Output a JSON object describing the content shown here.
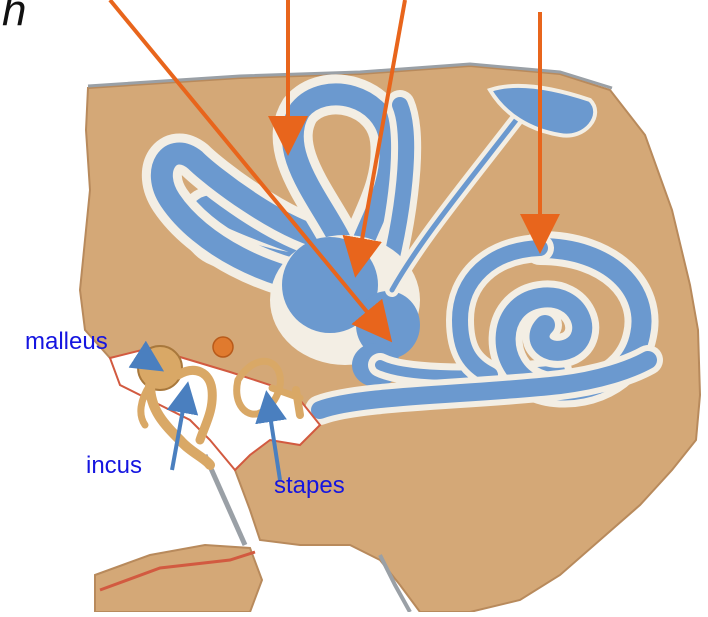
{
  "figure": {
    "top_left_partial_text": "h",
    "labels": {
      "malleus": "malleus",
      "incus": "incus",
      "stapes": "stapes"
    }
  },
  "colors": {
    "bone": "#d4a877",
    "bone_edge": "#b88a5c",
    "fluid": "#6b99cf",
    "fluid_edge": "#4f7fb8",
    "membrane": "#f3eee4",
    "pointer_orange": "#e8651c",
    "pointer_blue": "#4a7fbf",
    "label_blue": "#1515e0",
    "tissue_red": "#d25a40",
    "cartilage_gray": "#9aa0a6"
  }
}
